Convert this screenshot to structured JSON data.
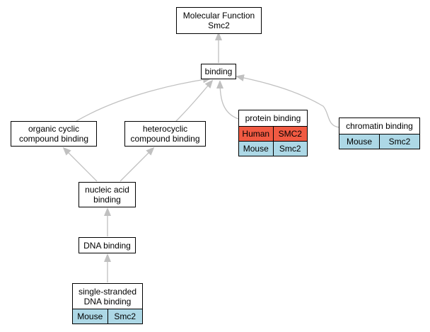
{
  "colors": {
    "human": "#f15a42",
    "mouse": "#add8e6",
    "edge": "#c0c0c0"
  },
  "nodes": {
    "molecular_function": {
      "title": "Molecular Function\nSmc2"
    },
    "binding": {
      "title": "binding"
    },
    "organic_cyclic": {
      "title": "organic cyclic\ncompound binding"
    },
    "heterocyclic": {
      "title": "heterocyclic\ncompound binding"
    },
    "protein_binding": {
      "title": "protein binding",
      "annotations": [
        {
          "species": "Human",
          "gene": "SMC2"
        },
        {
          "species": "Mouse",
          "gene": "Smc2"
        }
      ]
    },
    "chromatin_binding": {
      "title": "chromatin binding",
      "annotations": [
        {
          "species": "Mouse",
          "gene": "Smc2"
        }
      ]
    },
    "nucleic_acid": {
      "title": "nucleic acid\nbinding"
    },
    "dna_binding": {
      "title": "DNA binding"
    },
    "ssdna_binding": {
      "title": "single-stranded\nDNA binding",
      "annotations": [
        {
          "species": "Mouse",
          "gene": "Smc2"
        }
      ]
    }
  }
}
